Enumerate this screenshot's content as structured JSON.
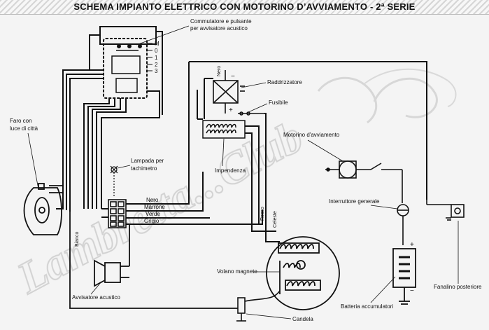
{
  "title": "SCHEMA IMPIANTO ELETTRICO CON MOTORINO D’AVVIAMENTO - 2ª SERIE",
  "labels": {
    "commutatore_1": "Commutatore e pulsante",
    "commutatore_2": "per avvisatore acustico",
    "pos_m": "M",
    "pos_0": "0",
    "pos_1": "1",
    "pos_2": "2",
    "pos_3": "3",
    "nero_top": "Nero",
    "raddrizzatore": "Raddrizzatore",
    "fusibile": "Fusibile",
    "faro_1": "Faro con",
    "faro_2": "luce di città",
    "lampada_1": "Lampada per",
    "lampada_2": "tachimetro",
    "impendenza": "Impendenza",
    "motorino": "Motorino d'avviamento",
    "wire_nero": "Nero",
    "wire_marrone": "Marrone",
    "wire_verde": "Verde",
    "wire_grigio": "Grigio",
    "interruttore": "Interruttore generale",
    "rosso": "Rosso",
    "celeste": "Celeste",
    "bianco": "Bianco",
    "volano": "Volano magnete",
    "avvisatore": "Avvisatore acustico",
    "candela": "Candela",
    "batteria": "Batteria accumulatori",
    "fanalino": "Fanalino posteriore",
    "watermark": "Lambretta...Club"
  },
  "colors": {
    "ink": "#111111",
    "paper": "#f4f4f4",
    "watermark": "#cfcfcf"
  }
}
